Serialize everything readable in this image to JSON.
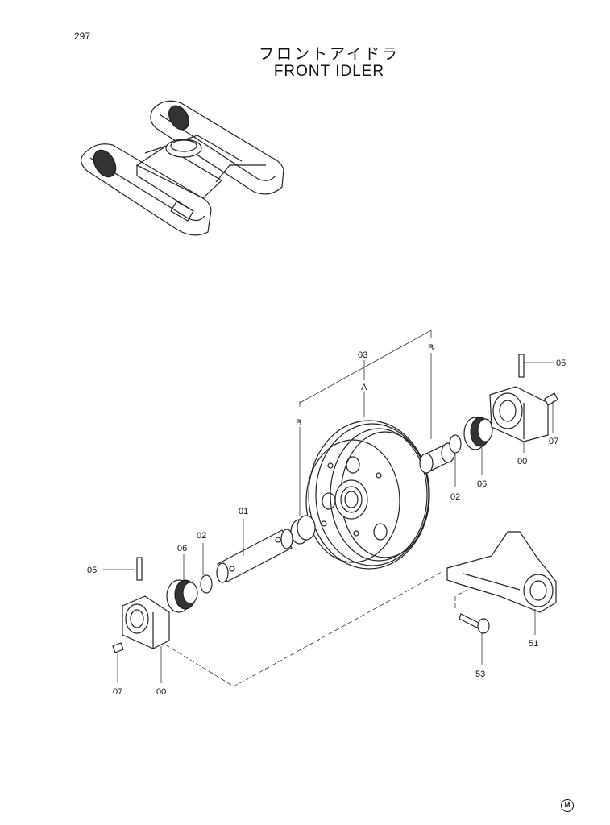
{
  "page": {
    "number": "297"
  },
  "title": {
    "japanese": "フロントアイドラ",
    "english": "FRONT IDLER"
  },
  "callouts": {
    "c03": "03",
    "cA": "A",
    "cB_top": "B",
    "cB_left": "B",
    "c05_right": "05",
    "c07_right": "07",
    "c00_right": "00",
    "c06_right": "06",
    "c02_right": "02",
    "c01": "01",
    "c02_left": "02",
    "c06_left": "06",
    "c05_left": "05",
    "c07_left": "07",
    "c00_left": "00",
    "c51": "51",
    "c53": "53"
  },
  "footer_mark": "M"
}
